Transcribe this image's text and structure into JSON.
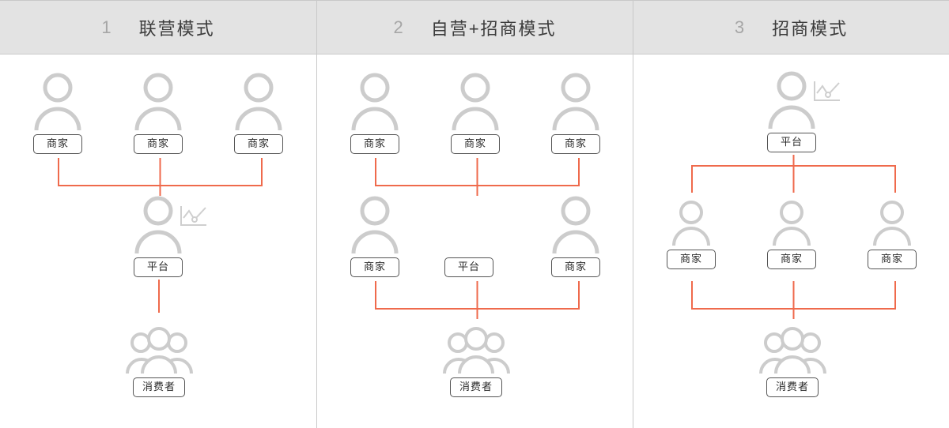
{
  "colors": {
    "header_bg": "#e3e3e3",
    "divider": "#c9c9c9",
    "icon_gray": "#cccccc",
    "connector_red": "#ef6a4c",
    "label_border": "#555555",
    "title_text": "#3c3c3c",
    "index_text": "#a6a6a6"
  },
  "panels": [
    {
      "index": "1",
      "title": "联营模式",
      "nodes": [
        {
          "name": "merchant-left",
          "label": "商家",
          "icon": "person-icon"
        },
        {
          "name": "merchant-center",
          "label": "商家",
          "icon": "person-icon"
        },
        {
          "name": "merchant-right",
          "label": "商家",
          "icon": "person-icon"
        },
        {
          "name": "platform",
          "label": "平台",
          "icon": "person-with-chart-icon"
        },
        {
          "name": "consumer",
          "label": "消费者",
          "icon": "people-group-icon"
        }
      ]
    },
    {
      "index": "2",
      "title": "自营+招商模式",
      "nodes": [
        {
          "name": "merchant-top-left",
          "label": "商家",
          "icon": "person-icon"
        },
        {
          "name": "merchant-top-center",
          "label": "商家",
          "icon": "person-icon"
        },
        {
          "name": "merchant-top-right",
          "label": "商家",
          "icon": "person-icon"
        },
        {
          "name": "merchant-mid-left",
          "label": "商家",
          "icon": "person-icon"
        },
        {
          "name": "platform",
          "label": "平台",
          "icon": "none"
        },
        {
          "name": "merchant-mid-right",
          "label": "商家",
          "icon": "person-icon"
        },
        {
          "name": "consumer",
          "label": "消费者",
          "icon": "people-group-icon"
        }
      ]
    },
    {
      "index": "3",
      "title": "招商模式",
      "nodes": [
        {
          "name": "platform",
          "label": "平台",
          "icon": "person-with-chart-icon"
        },
        {
          "name": "merchant-left",
          "label": "商家",
          "icon": "person-icon"
        },
        {
          "name": "merchant-center",
          "label": "商家",
          "icon": "person-icon"
        },
        {
          "name": "merchant-right",
          "label": "商家",
          "icon": "person-icon"
        },
        {
          "name": "consumer",
          "label": "消费者",
          "icon": "people-group-icon"
        }
      ]
    }
  ]
}
